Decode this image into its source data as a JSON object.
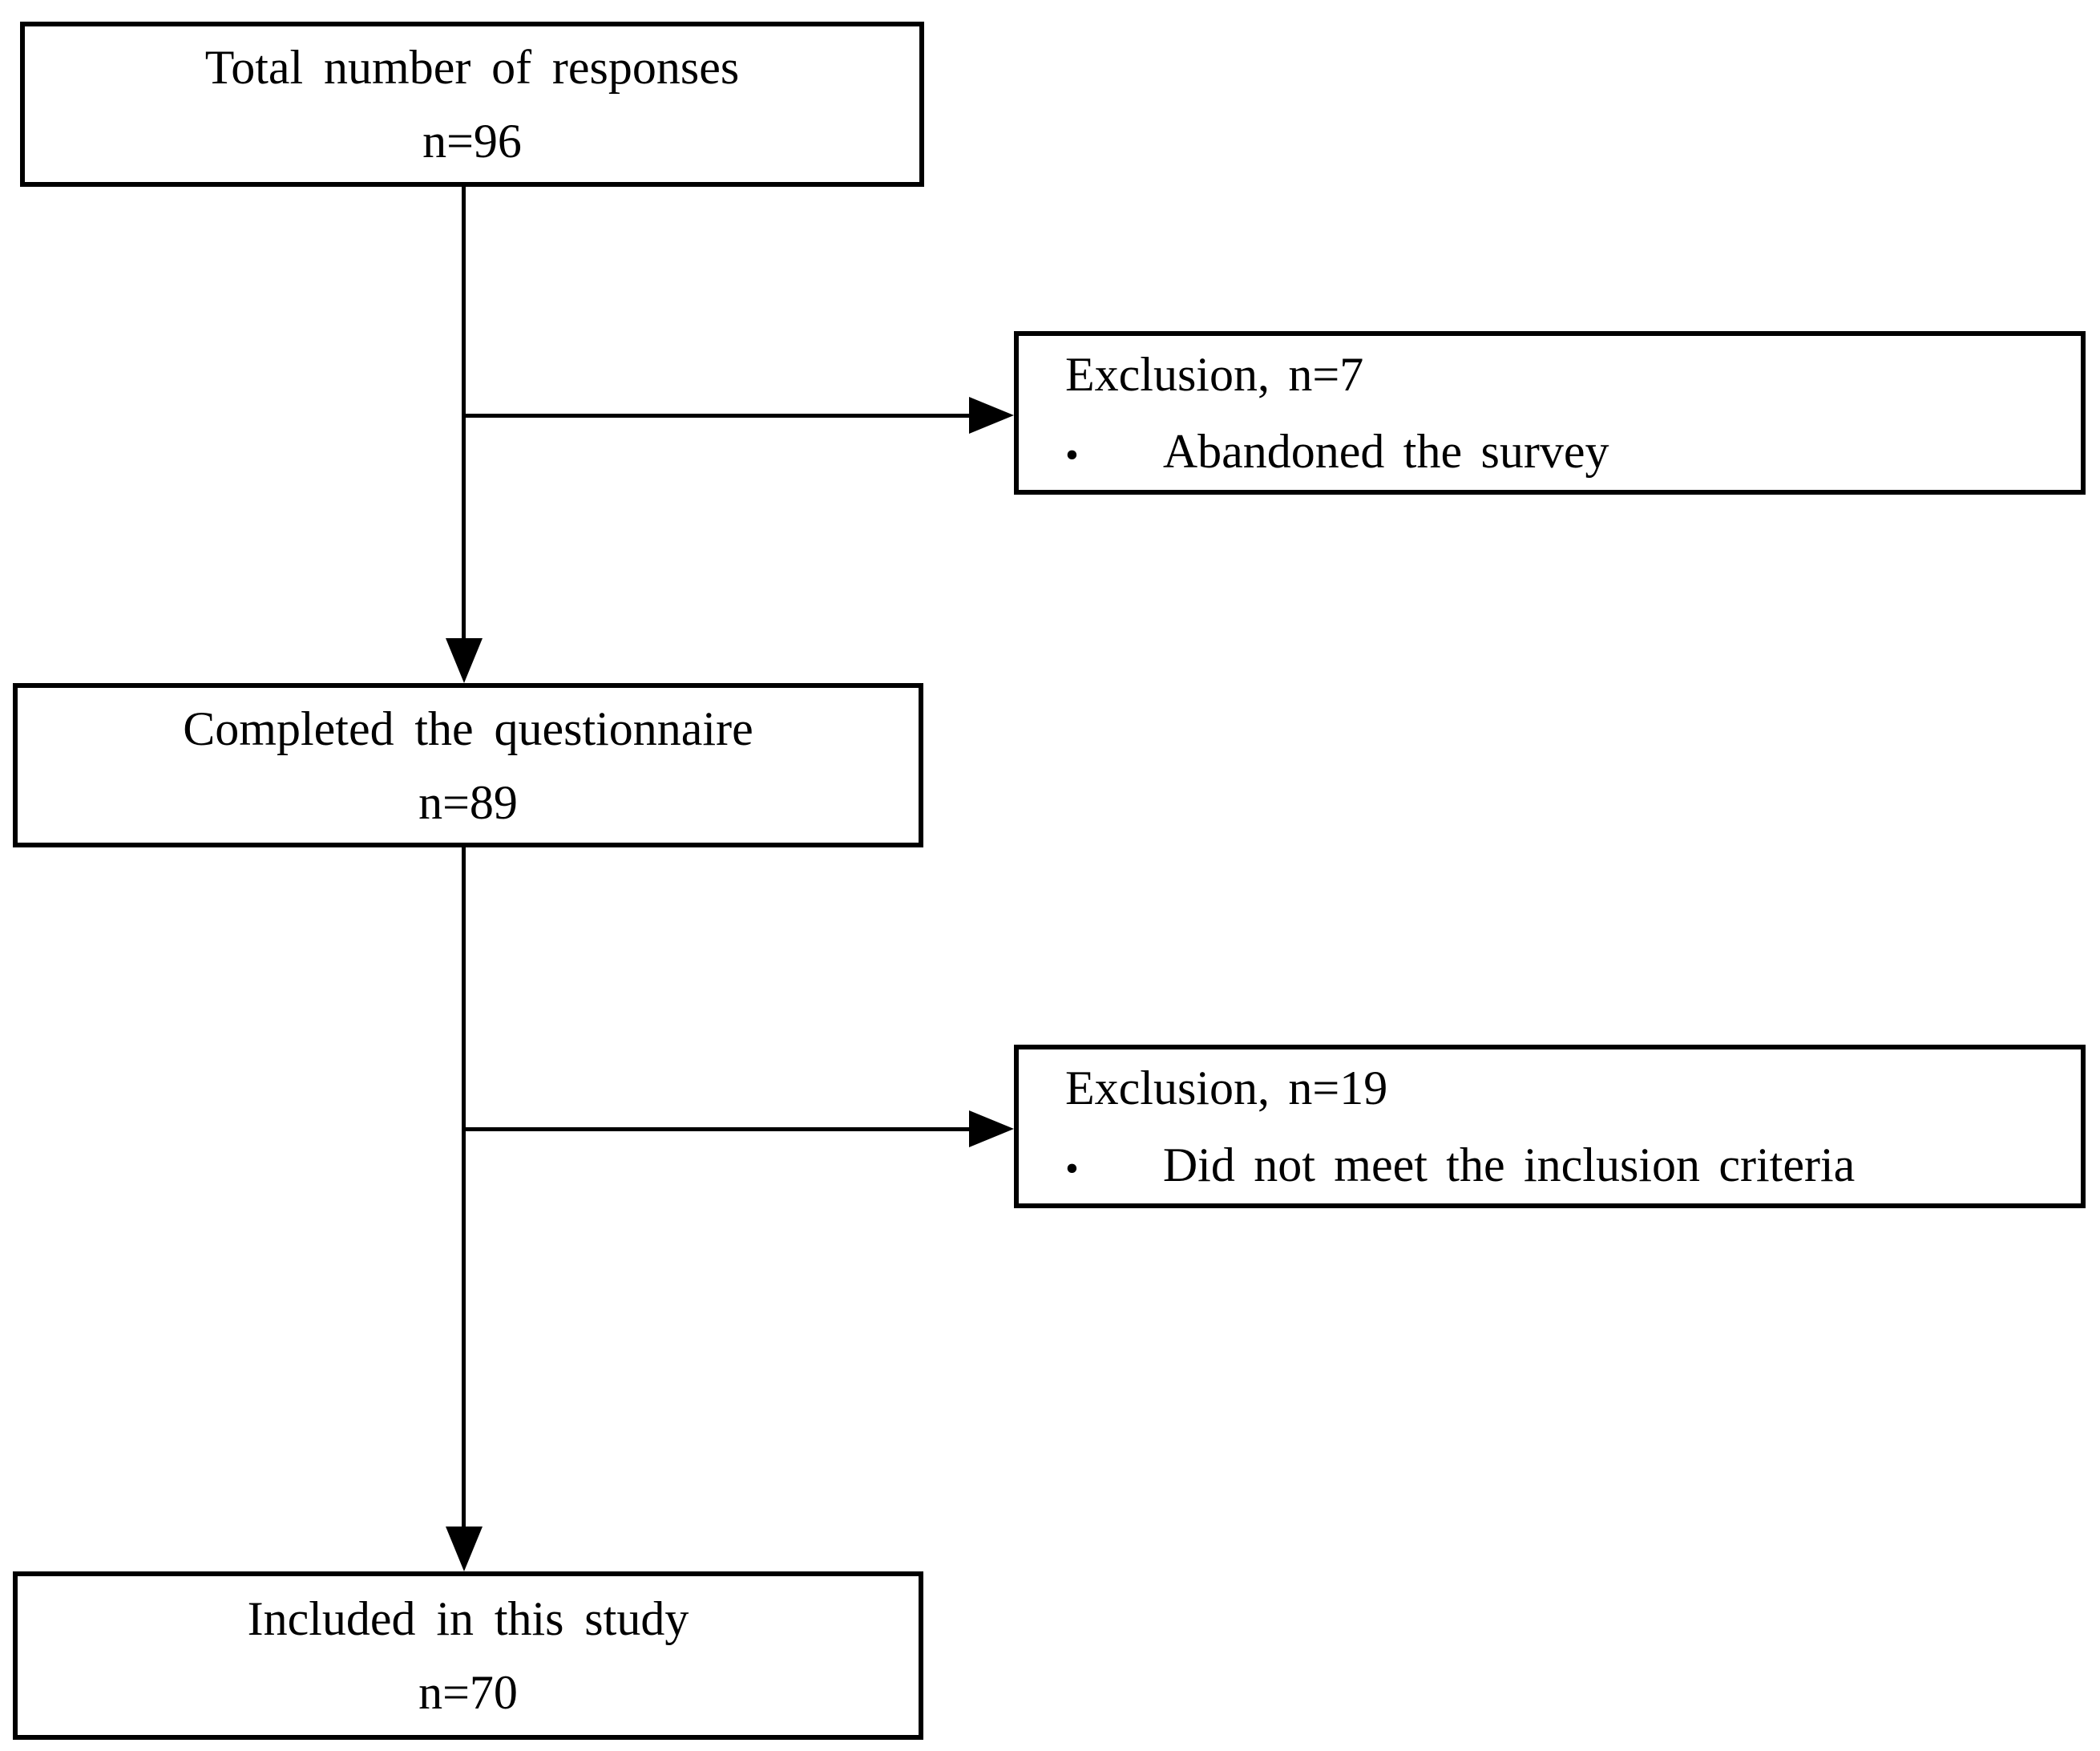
{
  "figure": {
    "type": "flowchart",
    "background": "#ffffff",
    "line_color": "#000000",
    "bullet_char": "•",
    "nodes": {
      "total": {
        "line1": "Total number of responses",
        "line2": "n=96"
      },
      "exclusion1": {
        "title": "Exclusion, n=7",
        "items": [
          "Abandoned the survey"
        ]
      },
      "completed": {
        "line1": "Completed the questionnaire",
        "line2": "n=89"
      },
      "exclusion2": {
        "title": "Exclusion, n=19",
        "items": [
          "Did not meet the inclusion criteria"
        ]
      },
      "included": {
        "line1": "Included in this study",
        "line2": "n=70"
      }
    }
  }
}
